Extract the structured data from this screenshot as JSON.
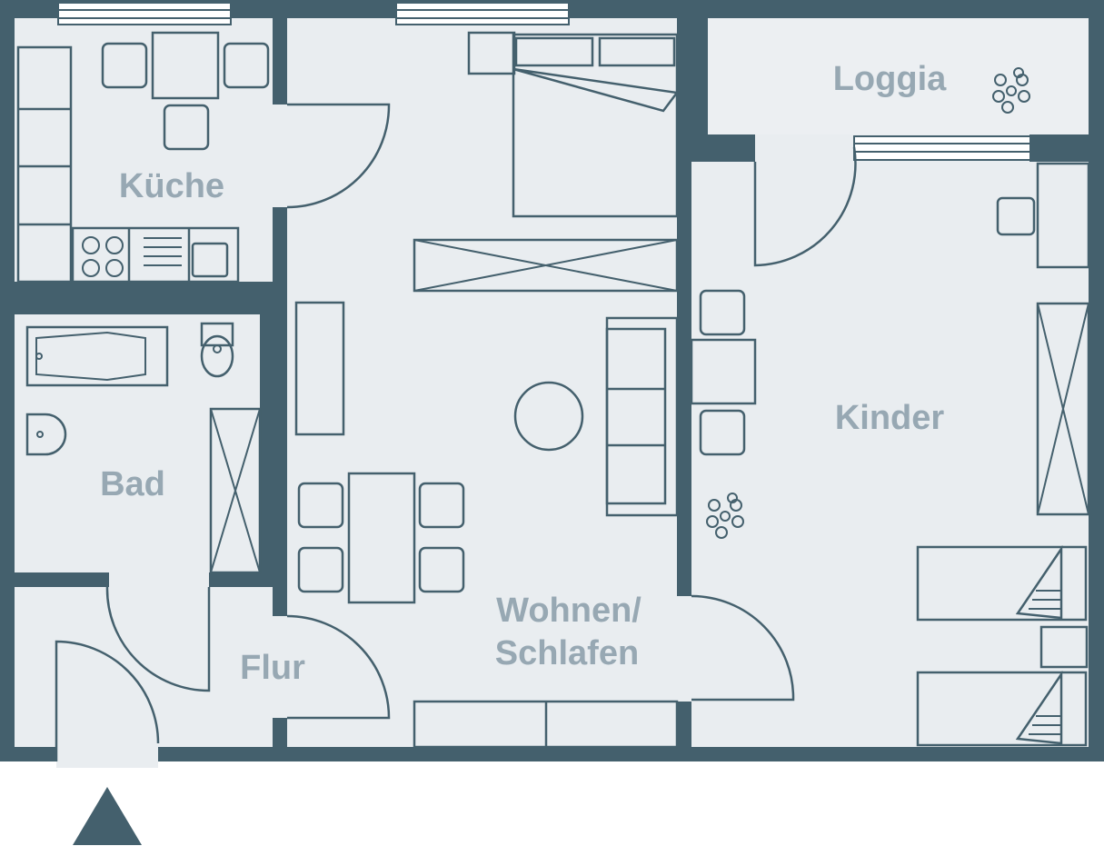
{
  "rooms": {
    "kueche": "Küche",
    "bad": "Bad",
    "flur": "Flur",
    "wohnen_line1": "Wohnen/",
    "wohnen_line2": "Schlafen",
    "kinder": "Kinder",
    "loggia": "Loggia"
  },
  "colors": {
    "wall": "#44606d",
    "floor": "#e9edf0",
    "label": "#97a8b3",
    "background": "#ffffff"
  },
  "icons": {
    "north_arrow": "triangle-up",
    "plants": "plant-symbol"
  }
}
